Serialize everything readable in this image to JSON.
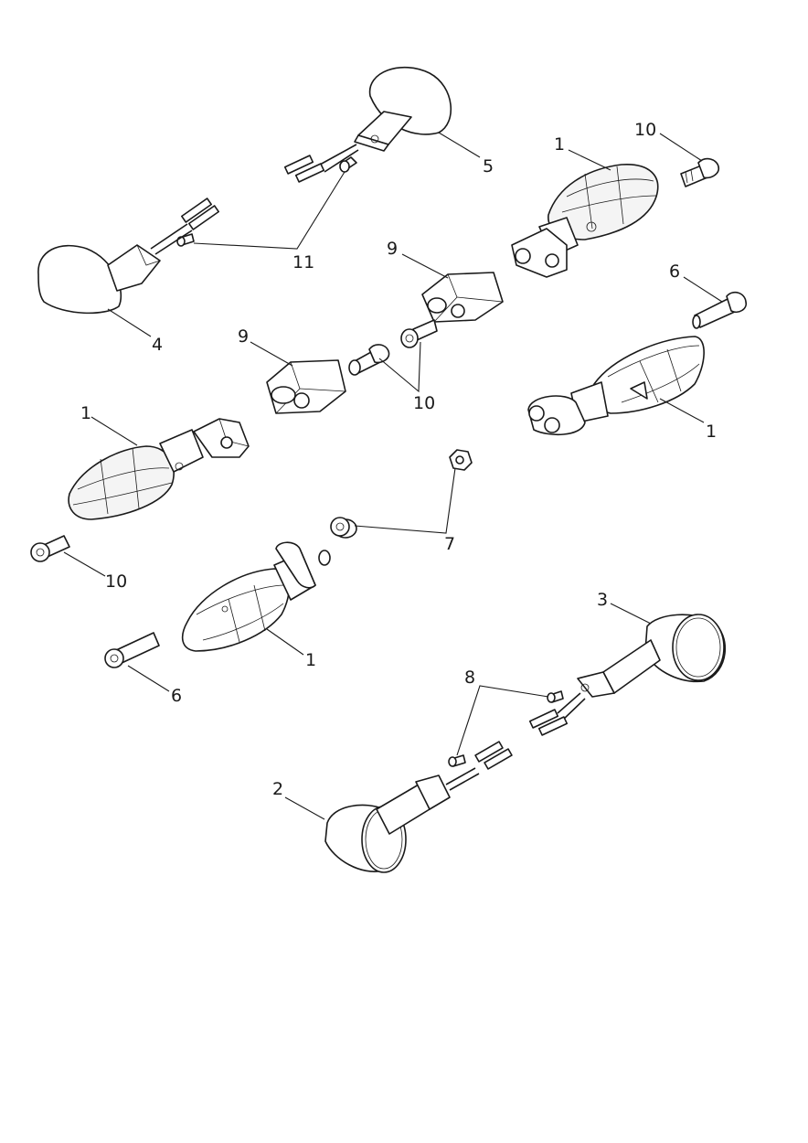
{
  "callouts": [
    {
      "id": "c1a",
      "text": "1"
    },
    {
      "id": "c1b",
      "text": "1"
    },
    {
      "id": "c1c",
      "text": "1"
    },
    {
      "id": "c1d",
      "text": "1"
    },
    {
      "id": "c2",
      "text": "2"
    },
    {
      "id": "c3",
      "text": "3"
    },
    {
      "id": "c4",
      "text": "4"
    },
    {
      "id": "c5",
      "text": "5"
    },
    {
      "id": "c6a",
      "text": "6"
    },
    {
      "id": "c6b",
      "text": "6"
    },
    {
      "id": "c7",
      "text": "7"
    },
    {
      "id": "c8",
      "text": "8"
    },
    {
      "id": "c9a",
      "text": "9"
    },
    {
      "id": "c9b",
      "text": "9"
    },
    {
      "id": "c10a",
      "text": "10"
    },
    {
      "id": "c10b",
      "text": "10"
    },
    {
      "id": "c10c",
      "text": "10"
    },
    {
      "id": "c11",
      "text": "11"
    }
  ]
}
